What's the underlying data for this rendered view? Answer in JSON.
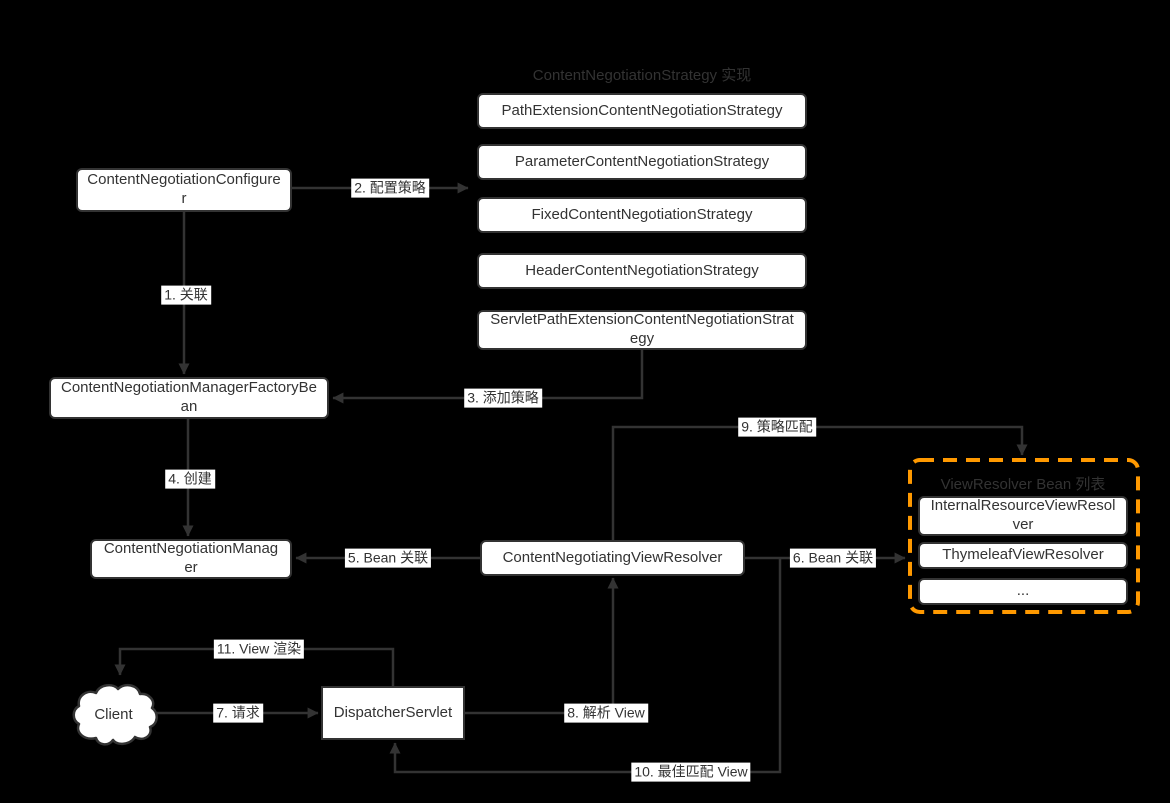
{
  "diagram": {
    "colors": {
      "background": "#000000",
      "node_fill": "#ffffff",
      "node_border": "#333333",
      "node_text": "#333333",
      "edge_line": "#333333",
      "edge_label_bg": "#ffffff",
      "edge_label_text": "#333333",
      "cluster_border": "#ff9900",
      "cluster_title_text": "#333333"
    },
    "clusters": {
      "strategies": {
        "title": "ContentNegotiationStrategy 实现"
      },
      "viewresolvers": {
        "title": "ViewResolver Bean 列表"
      }
    },
    "nodes": {
      "configurer": {
        "label": "ContentNegotiationConfigurer"
      },
      "path_extension_strategy": {
        "label": "PathExtensionContentNegotiationStrategy"
      },
      "parameter_strategy": {
        "label": "ParameterContentNegotiationStrategy"
      },
      "fixed_strategy": {
        "label": "FixedContentNegotiationStrategy"
      },
      "header_strategy": {
        "label": "HeaderContentNegotiationStrategy"
      },
      "servlet_path_strategy": {
        "label": "ServletPathExtensionContentNegotiationStrategy"
      },
      "factory_bean": {
        "label": "ContentNegotiationManagerFactoryBean"
      },
      "manager": {
        "label": "ContentNegotiationManager"
      },
      "negotiating_view_resolver": {
        "label": "ContentNegotiatingViewResolver"
      },
      "internal_resource_view_resolver": {
        "label": "InternalResourceViewResolver"
      },
      "thymeleaf_view_resolver": {
        "label": "ThymeleafViewResolver"
      },
      "more_view_resolvers": {
        "label": "..."
      },
      "dispatcher_servlet": {
        "label": "DispatcherServlet"
      },
      "client": {
        "label": "Client"
      }
    },
    "edges": {
      "e1": {
        "label": "1. 关联"
      },
      "e2": {
        "label": "2. 配置策略"
      },
      "e3": {
        "label": "3. 添加策略"
      },
      "e4": {
        "label": "4. 创建"
      },
      "e5": {
        "label": "5. Bean 关联"
      },
      "e6": {
        "label": "6. Bean 关联"
      },
      "e7": {
        "label": "7. 请求"
      },
      "e8": {
        "label": "8. 解析 View"
      },
      "e9": {
        "label": "9. 策略匹配"
      },
      "e10": {
        "label": "10. 最佳匹配 View"
      },
      "e11": {
        "label": "11. View 渲染"
      }
    }
  }
}
